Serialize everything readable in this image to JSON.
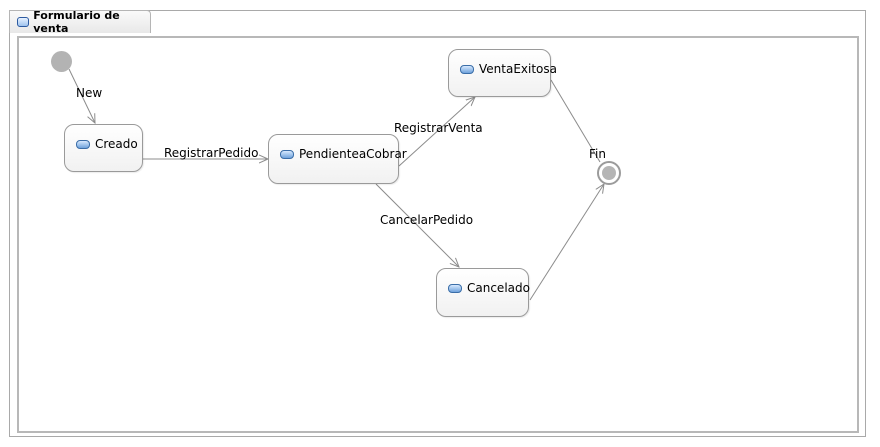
{
  "diagram": {
    "title": "Formulario de venta",
    "states": {
      "creado": "Creado",
      "pendiente": "PendienteaCobrar",
      "venta_exitosa": "VentaExitosa",
      "cancelado": "Cancelado"
    },
    "transitions": {
      "new": "New",
      "registrar_pedido": "RegistrarPedido",
      "registrar_venta": "RegistrarVenta",
      "cancelar_pedido": "CancelarPedido",
      "fin": "Fin"
    }
  },
  "colors": {
    "node_border": "#9a9a9a",
    "edge": "#8c8c8c",
    "pseudostate": "#b3b3b3",
    "icon_accent": "#3b6ea8"
  }
}
